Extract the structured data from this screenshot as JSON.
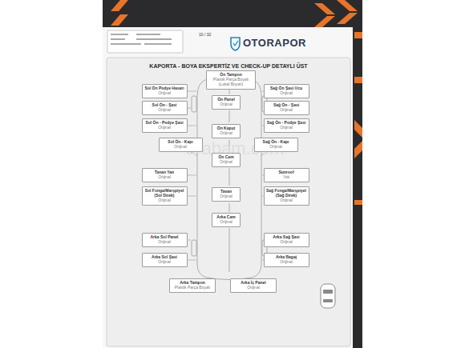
{
  "diagram": {
    "title": "KAPORTA - BOYA EKSPERTİZ VE CHECK-UP DETAYLI ÜST",
    "nodes": [
      {
        "text": [
          "Ön Tampon",
          "Plastik Parça Boyalı (Lokal Boyalı)"
        ]
      },
      {
        "text": [
          "Sol Ön Podye Hasarı",
          "Orijinal"
        ]
      },
      {
        "text": [
          "Sağ Ön Şasi Ucu",
          "Orijinal"
        ]
      },
      {
        "text": [
          "Sol Ön - Şasi",
          "Orijinal"
        ]
      },
      {
        "text": [
          "Ön Panel",
          "Orijinal"
        ]
      },
      {
        "text": [
          "Sağ Ön - Şasi",
          "Orijinal"
        ]
      },
      {
        "text": [
          "Sol Ön - Podye Şasi",
          "Orijinal"
        ]
      },
      {
        "text": [
          "Sağ Ön - Podye Şasi",
          "Orijinal"
        ]
      },
      {
        "text": [
          "Ön Kaput",
          "Orijinal"
        ]
      },
      {
        "text": [
          "Sol Ön - Kapı",
          "Orijinal"
        ]
      },
      {
        "text": [
          "Sağ Ön - Kapı",
          "Orijinal"
        ]
      },
      {
        "text": [
          "Ön Cam",
          "Orijinal"
        ]
      },
      {
        "text": [
          "Tavan Yan",
          "Orijinal"
        ]
      },
      {
        "text": [
          "Sunroof",
          "Yok"
        ]
      },
      {
        "text": [
          "Sol Fonga/Marşpiyel (Sol Direk)",
          "Orijinal"
        ]
      },
      {
        "text": [
          "Tavan",
          "Orijinal"
        ]
      },
      {
        "text": [
          "Sağ Fonga/Marşpiyel (Sağ Direk)",
          "Orijinal"
        ]
      },
      {
        "text": [
          "Arka Cam",
          "Orijinal"
        ]
      },
      {
        "text": [
          "Arka Sol Panel",
          "Orijinal"
        ]
      },
      {
        "text": [
          "Arka Sağ Şasi",
          "Orijinal"
        ]
      },
      {
        "text": [
          "Arka Sol Şasi",
          "Orijinal"
        ]
      },
      {
        "text": [
          "Arka Bagaj",
          "Orijinal"
        ]
      },
      {
        "text": [
          "Arka Tampon",
          "Plastik Parça Boyalı"
        ]
      },
      {
        "text": [
          "Arka İç Panel",
          "Orijinal"
        ]
      }
    ],
    "labels": [
      "10 / 32",
      "OTORAPOR",
      "arabam.com"
    ]
  }
}
